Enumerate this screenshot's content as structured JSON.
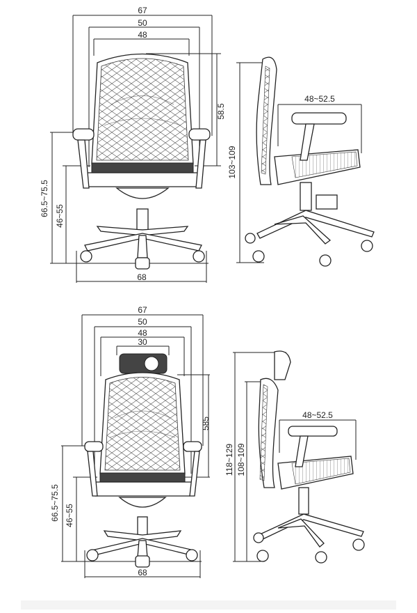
{
  "views": {
    "chair": {
      "front": {
        "w_total": "67",
        "w_back": "50",
        "w_seat": "48",
        "h_back": "58.5",
        "h_arm": "66.5~75.5",
        "h_seat": "46~55",
        "w_base": "68"
      },
      "side": {
        "depth": "48~52.5",
        "h_total": "103~109"
      }
    },
    "chair_headrest": {
      "front": {
        "w_total": "67",
        "w_back": "50",
        "w_seat": "48",
        "w_head": "30",
        "h_back": "585",
        "h_arm": "66.5~75.5",
        "h_seat": "46~55",
        "w_base": "68"
      },
      "side": {
        "depth": "48~52.5",
        "h_total": "118~129",
        "h_sub": "108~109"
      }
    }
  }
}
